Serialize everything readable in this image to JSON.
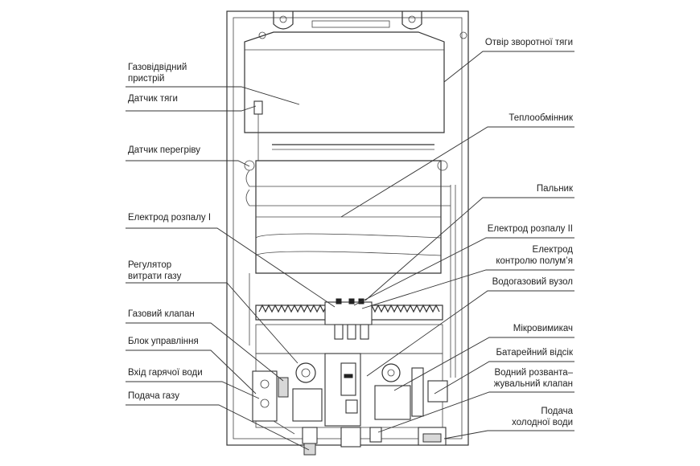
{
  "labels_left": [
    {
      "id": "gas-exhaust",
      "text": "Газовідвідний\nпристрій"
    },
    {
      "id": "draft-sensor",
      "text": "Датчик тяги"
    },
    {
      "id": "overheat-sensor",
      "text": "Датчик перегріву"
    },
    {
      "id": "ignition-electrode-1",
      "text": "Електрод розпалу I"
    },
    {
      "id": "gas-flow-regulator",
      "text": "Регулятор\nвитрати газу"
    },
    {
      "id": "gas-valve",
      "text": "Газовий клапан"
    },
    {
      "id": "control-unit",
      "text": "Блок управління"
    },
    {
      "id": "hot-water-outlet",
      "text": "Вхід гарячої води"
    },
    {
      "id": "gas-supply",
      "text": "Подача газу"
    }
  ],
  "labels_right": [
    {
      "id": "reverse-draft-hole",
      "text": "Отвір зворотної тяги"
    },
    {
      "id": "heat-exchanger",
      "text": "Теплообмінник"
    },
    {
      "id": "burner",
      "text": "Пальник"
    },
    {
      "id": "ignition-electrode-2",
      "text": "Електрод розпалу II"
    },
    {
      "id": "flame-control-electrode",
      "text": "Електрод\nконтролю полум’я"
    },
    {
      "id": "water-gas-unit",
      "text": "Водогазовий вузол"
    },
    {
      "id": "microswitch",
      "text": "Мікровимикач"
    },
    {
      "id": "battery-compartment",
      "text": "Батарейний відсік"
    },
    {
      "id": "water-relief-valve",
      "text": "Водний розванта–\nжувальний клапан"
    },
    {
      "id": "cold-water-supply",
      "text": "Подача\nхолодної води"
    }
  ]
}
